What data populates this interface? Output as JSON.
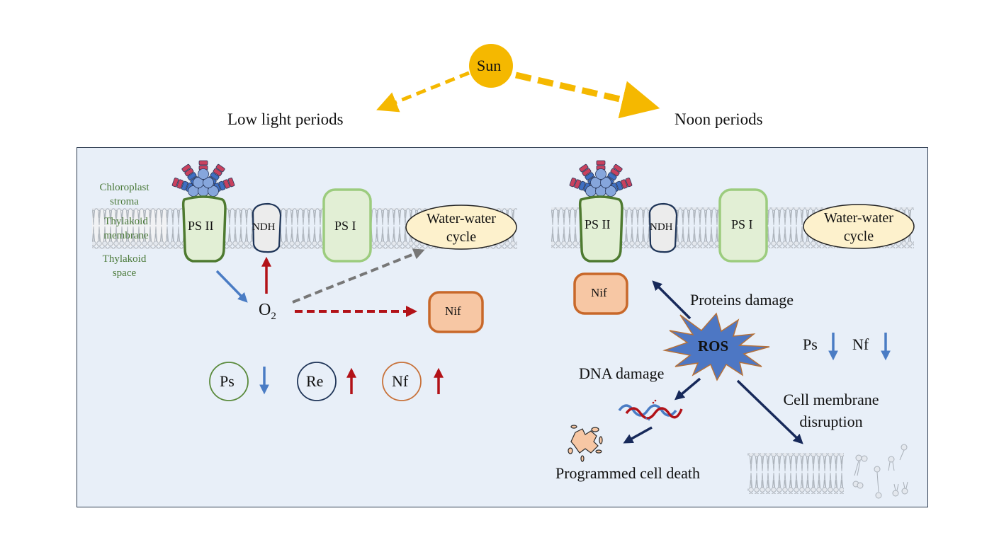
{
  "sun": {
    "label": "Sun",
    "color": "#f5b800"
  },
  "periods": {
    "left": "Low light periods",
    "right": "Noon periods"
  },
  "compartments": {
    "stroma": [
      "Chloroplast",
      "stroma"
    ],
    "membrane": [
      "Thylakoid",
      "membrane"
    ],
    "space": [
      "Thylakoid",
      "space"
    ]
  },
  "left_panel": {
    "psii": "PS II",
    "ndh": "NDH",
    "psi": "PS I",
    "wwc": [
      "Water-water",
      "cycle"
    ],
    "o2": "O",
    "o2_sub": "2",
    "nif": "Nif",
    "indicators": [
      {
        "label": "Ps",
        "trend": "down",
        "ring_color": "#5a8a3c"
      },
      {
        "label": "Re",
        "trend": "up",
        "ring_color": "#1f3558"
      },
      {
        "label": "Nf",
        "trend": "up",
        "ring_color": "#c8723a"
      }
    ]
  },
  "right_panel": {
    "psii": "PS II",
    "ndh": "NDH",
    "psi": "PS I",
    "wwc": [
      "Water-water",
      "cycle"
    ],
    "nif": "Nif",
    "ros": "ROS",
    "proteins_damage": "Proteins damage",
    "dna_damage": "DNA damage",
    "cell_membrane": [
      "Cell membrane",
      "disruption"
    ],
    "pcd": "Programmed cell death",
    "indicators": [
      {
        "label": "Ps",
        "trend": "down"
      },
      {
        "label": "Nf",
        "trend": "down"
      }
    ]
  },
  "colors": {
    "frame_bg": "#e8eff8",
    "psii_border": "#4e7a30",
    "psi_border": "#9ccc7e",
    "protein_fill": "#e2efd5",
    "ndh_border": "#1f3558",
    "wwc_fill": "#fdf1cc",
    "nif_fill": "#f7c7a4",
    "nif_border": "#c8682a",
    "ros_fill": "#4d77c4",
    "arrow_blue": "#4a7cc4",
    "arrow_red": "#b21218",
    "arrow_navy": "#17295a",
    "arrow_gray": "#777777"
  }
}
